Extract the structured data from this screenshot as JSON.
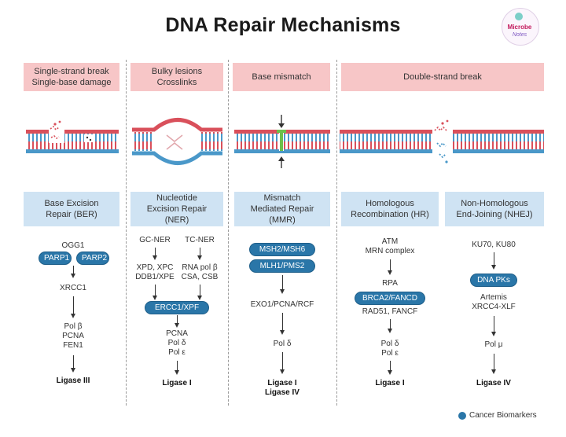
{
  "title": "DNA Repair Mechanisms",
  "logo": {
    "line1": "Microbe",
    "line2": "Notes"
  },
  "damage_headers": [
    "Single-strand break\nSingle-base damage",
    "Bulky lesions\nCrosslinks",
    "Base mismatch",
    "Double-strand break"
  ],
  "mechanisms": [
    "Base Excision\nRepair (BER)",
    "Nucleotide\nExcision Repair\n(NER)",
    "Mismatch\nMediated Repair\n(MMR)",
    "Homologous\nRecombination (HR)",
    "Non-Homologous\nEnd-Joining (NHEJ)"
  ],
  "pathways": {
    "ber": {
      "ogg1": "OGG1",
      "parp1": "PARP1",
      "parp2": "PARP2",
      "xrcc1": "XRCC1",
      "polb_group": "Pol β\nPCNA\nFEN1",
      "ligase": "Ligase III"
    },
    "ner": {
      "gc_ner": "GC-NER",
      "tc_ner": "TC-NER",
      "gc_factors": "XPD, XPC\nDDB1/XPE",
      "tc_factors": "RNA pol β\nCSA, CSB",
      "ercc1": "ERCC1/XPF",
      "pol_group": "PCNA\nPol δ\nPol ε",
      "ligase": "Ligase I"
    },
    "mmr": {
      "msh": "MSH2/MSH6",
      "mlh": "MLH1/PMS2",
      "exo": "EXO1/PCNA/RCF",
      "pol": "Pol δ",
      "ligase": "Ligase I\nLigase IV"
    },
    "hr": {
      "atm": "ATM\nMRN complex",
      "rpa": "RPA",
      "brca": "BRCA2/FANCD",
      "rad51": "RAD51, FANCF",
      "pol": "Pol δ\nPol ε",
      "ligase": "Ligase I"
    },
    "nhej": {
      "ku": "KU70, KU80",
      "dnapk": "DNA PKs",
      "artemis": "Artemis\nXRCC4-XLF",
      "pol": "Pol μ",
      "ligase": "Ligase IV"
    }
  },
  "legend": {
    "label": "Cancer Biomarkers"
  },
  "colors": {
    "header_pink": "#f7c6c7",
    "mechanism_blue": "#cfe3f3",
    "biomarker_pill": "#2a76a8",
    "dna_red": "#d9505b",
    "dna_blue": "#4a98c9",
    "mismatch_green": "#6cc04a"
  }
}
